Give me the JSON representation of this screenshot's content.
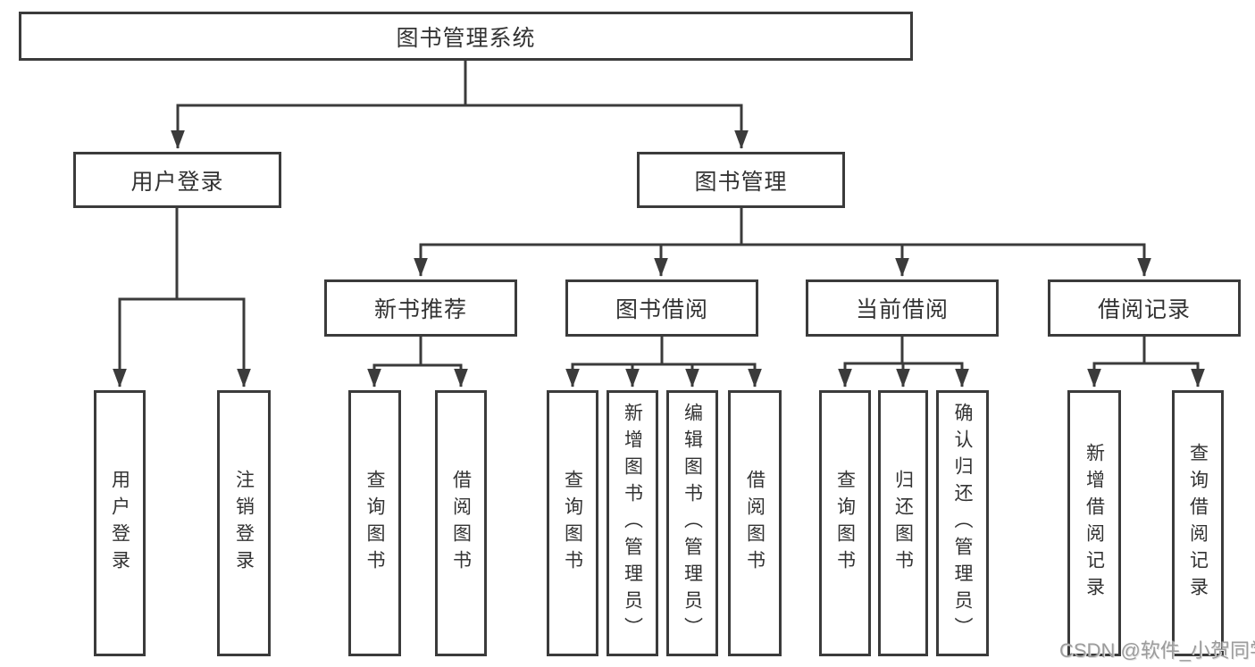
{
  "diagram_title": "图书管理系统",
  "nodes": {
    "root": {
      "label": "图书管理系统"
    },
    "login": {
      "label": "用户登录"
    },
    "mgmt": {
      "label": "图书管理"
    },
    "rec": {
      "label": "新书推荐"
    },
    "borrow": {
      "label": "图书借阅"
    },
    "current": {
      "label": "当前借阅"
    },
    "records": {
      "label": "借阅记录"
    },
    "login_login": {
      "label": "用户登录"
    },
    "login_logout": {
      "label": "注销登录"
    },
    "rec_query": {
      "label": "查询图书"
    },
    "rec_borrow": {
      "label": "借阅图书"
    },
    "borrow_query": {
      "label": "查询图书"
    },
    "borrow_add": {
      "label": "新增图书（管理员）"
    },
    "borrow_edit": {
      "label": "编辑图书（管理员）"
    },
    "borrow_borrow": {
      "label": "借阅图书"
    },
    "current_query": {
      "label": "查询图书"
    },
    "current_return": {
      "label": "归还图书"
    },
    "current_confirm": {
      "label": "确认归还（管理员）"
    },
    "records_add": {
      "label": "新增借阅记录"
    },
    "records_query": {
      "label": "查询借阅记录"
    }
  },
  "watermark": {
    "text": "CSDN @软件_小贺同学"
  },
  "colors": {
    "line": "#3b3b3b",
    "text": "#333333",
    "watermark": "#9c9c9c",
    "background": "#ffffff"
  }
}
